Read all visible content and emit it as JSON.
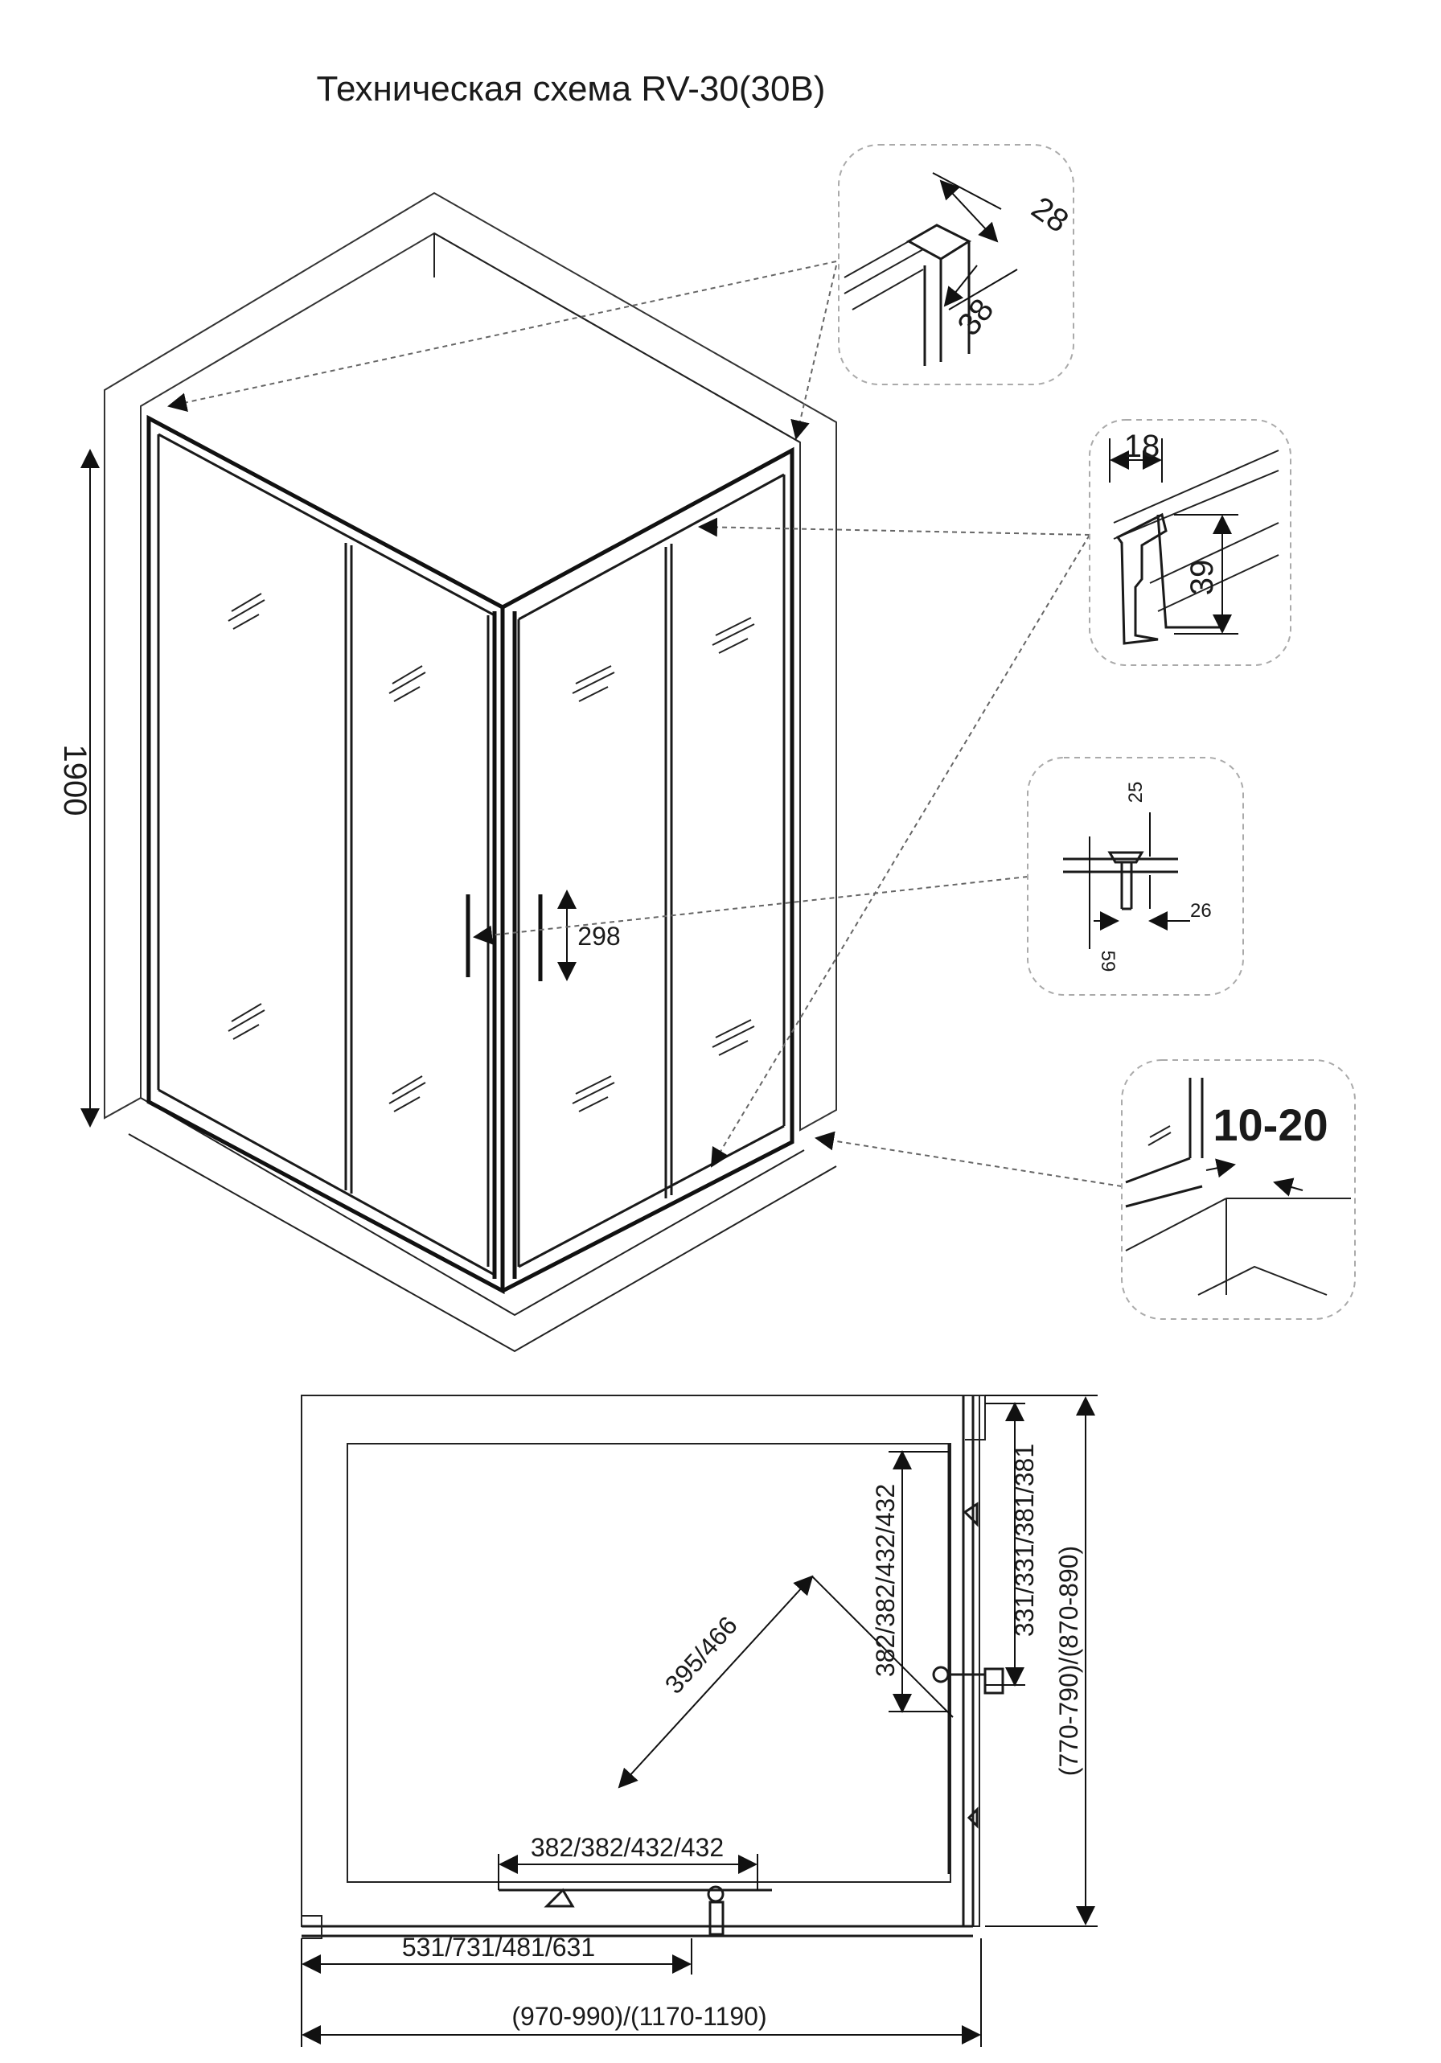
{
  "title": "Техническая схема RV-30(30B)",
  "iso_view": {
    "height_label": "1900",
    "handle_label": "298"
  },
  "detail_corner": {
    "label_a": "28",
    "label_b": "38"
  },
  "detail_profile": {
    "label_w": "18",
    "label_h": "39"
  },
  "detail_roller": {
    "label_top": "25",
    "label_right": "26",
    "label_bottom": "59"
  },
  "detail_gap": {
    "label": "10-20"
  },
  "plan_view": {
    "diag_label": "395/466",
    "door_v_label": "382/382/432/432",
    "door_h_label": "382/382/432/432",
    "fixed_v_label": "331/331/381/381",
    "depth_label": "(770-790)/(870-890)",
    "fixed_h_label": "531/731/481/631",
    "width_label": "(970-990)/(1170-1190)"
  }
}
